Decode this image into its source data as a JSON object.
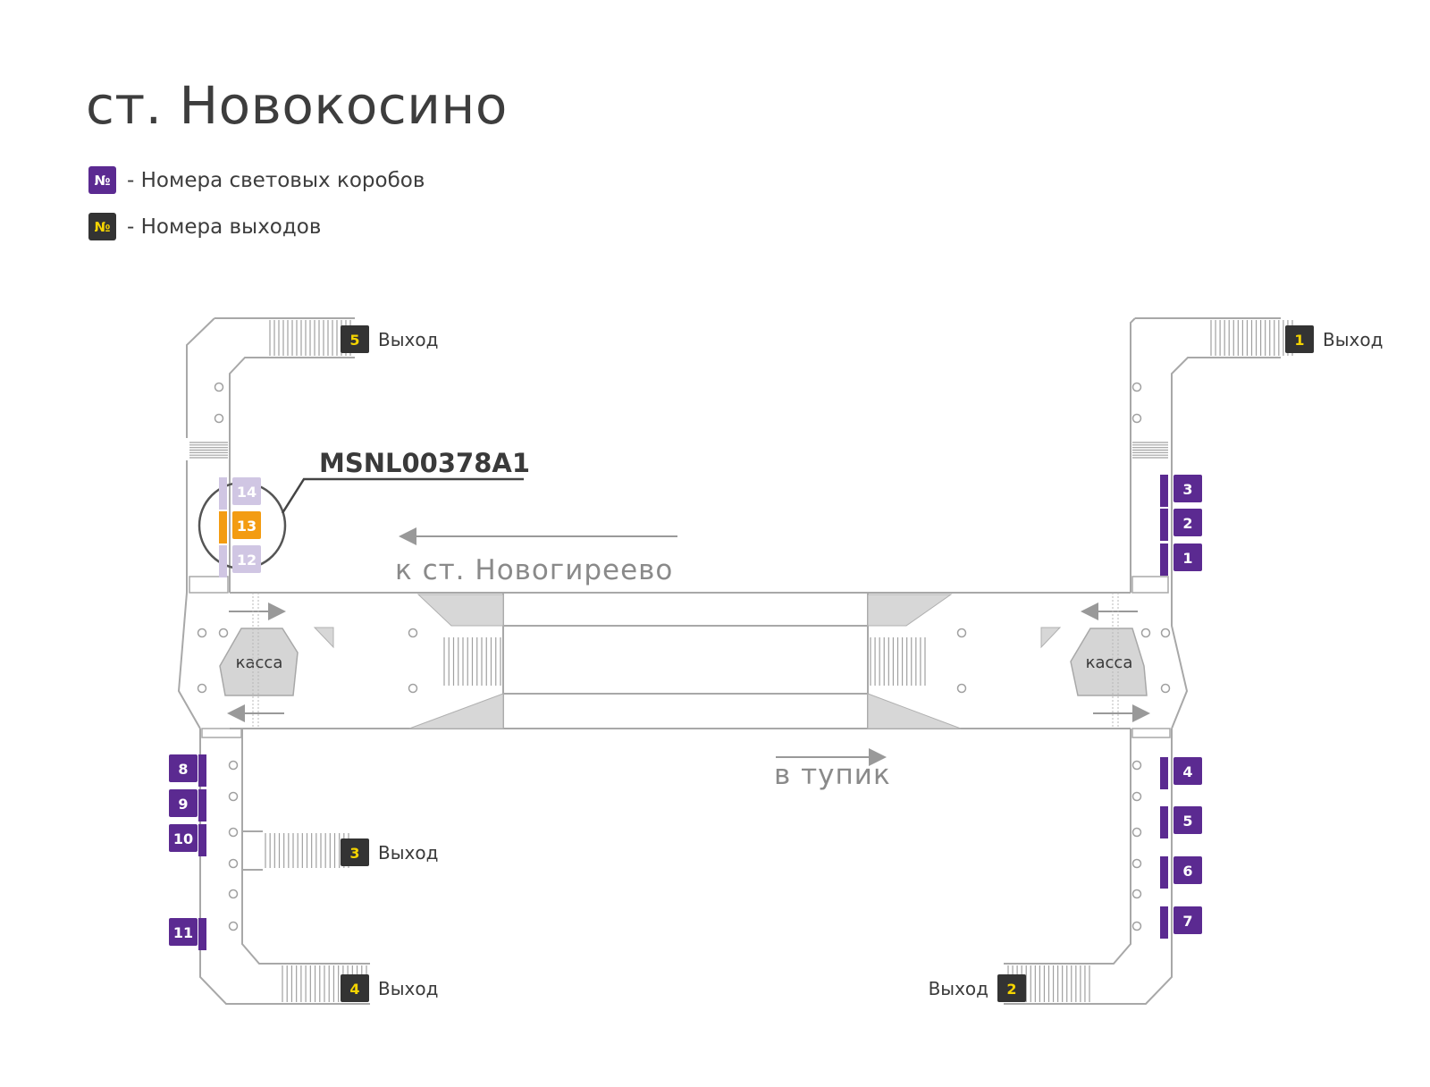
{
  "title": "ст. Новокосино",
  "legend": [
    {
      "key": "№",
      "text": "- Номера световых коробов",
      "kind": "box"
    },
    {
      "key": "№",
      "text": "- Номера выходов",
      "kind": "exit"
    }
  ],
  "colors": {
    "lightbox": "#5b2a91",
    "lightbox_faded": "#d0c6e3",
    "highlight": "#f39c12",
    "exit_badge": "#333333",
    "exit_number": "#f5d400",
    "wall": "#a8a8a8"
  },
  "highlight_code": "MSNL00378A1",
  "direction_labels": {
    "to_novogireevo": "к ст. Новогиреево",
    "to_deadend": "в тупик"
  },
  "cashier_label": "касса",
  "exit_label": "Выход",
  "exits": [
    "5",
    "1",
    "3",
    "4",
    "2"
  ],
  "lightboxes": {
    "highlighted": "13",
    "faded": [
      "14",
      "12"
    ],
    "right_top": [
      "3",
      "2",
      "1"
    ],
    "left_bottom": [
      "8",
      "9",
      "10",
      "11"
    ],
    "right_bottom": [
      "4",
      "5",
      "6",
      "7"
    ]
  }
}
